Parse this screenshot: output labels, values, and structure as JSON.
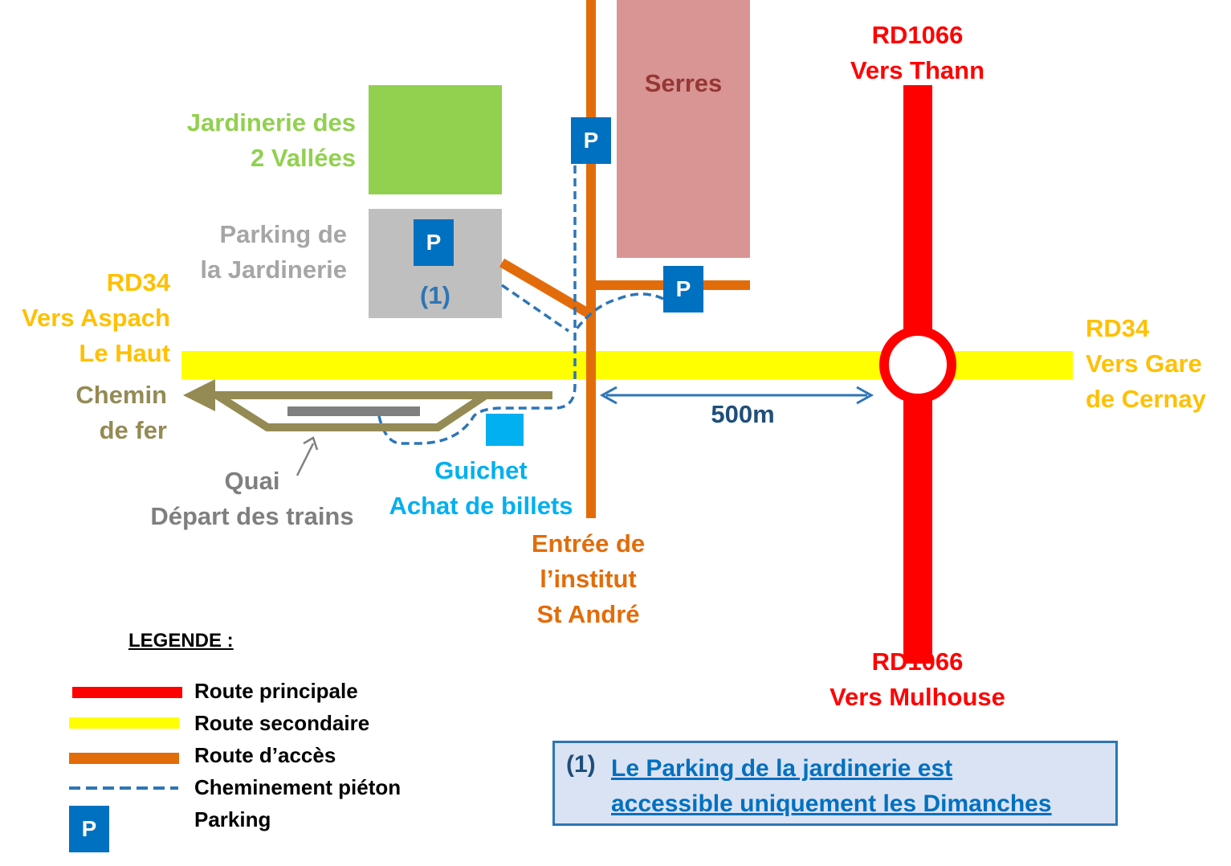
{
  "colors": {
    "main_road": "#ff0000",
    "secondary_road": "#ffff00",
    "access_road": "#e36c0a",
    "pedestrian_path": "#2e75b6",
    "parking": "#0070c0",
    "railway": "#948a54",
    "garden_center": "#92d050",
    "greenhouses": "#d99594",
    "garden_parking": "#bfbfbf",
    "platform": "#7f7f7f",
    "ticket_office": "#00b0f0",
    "rd34_text": "#ffc000",
    "distance_text": "#1f4e79"
  },
  "labels": {
    "rd1066_north": [
      "RD1066",
      "Vers Thann"
    ],
    "rd1066_south": [
      "RD1066",
      "Vers Mulhouse"
    ],
    "rd34_west": [
      "RD34",
      "Vers Aspach",
      "Le Haut"
    ],
    "rd34_east": [
      "RD34",
      "Vers Gare",
      "de Cernay"
    ],
    "greenhouses": "Serres",
    "garden_center": [
      "Jardinerie des",
      "2 Vallées"
    ],
    "garden_parking": [
      "Parking de",
      "la Jardinerie"
    ],
    "garden_parking_note_ref": "(1)",
    "railway": [
      "Chemin",
      "de fer"
    ],
    "platform": [
      "Quai",
      "Départ des trains"
    ],
    "ticket_office": [
      "Guichet",
      "Achat de billets"
    ],
    "institute_entrance": [
      "Entrée de",
      "l’institut",
      "St André"
    ],
    "distance": "500m",
    "parking_symbol": "P"
  },
  "legend": {
    "title": "LEGENDE :",
    "items": [
      {
        "label": "Route principale",
        "type": "main_road"
      },
      {
        "label": "Route secondaire",
        "type": "secondary_road"
      },
      {
        "label": "Route d’accès",
        "type": "access_road"
      },
      {
        "label": "Cheminement piéton",
        "type": "pedestrian_path"
      },
      {
        "label": "Parking",
        "type": "parking"
      }
    ]
  },
  "note": {
    "number": "(1)",
    "lines": [
      "Le Parking de la jardinerie est",
      "accessible uniquement les Dimanches"
    ]
  }
}
